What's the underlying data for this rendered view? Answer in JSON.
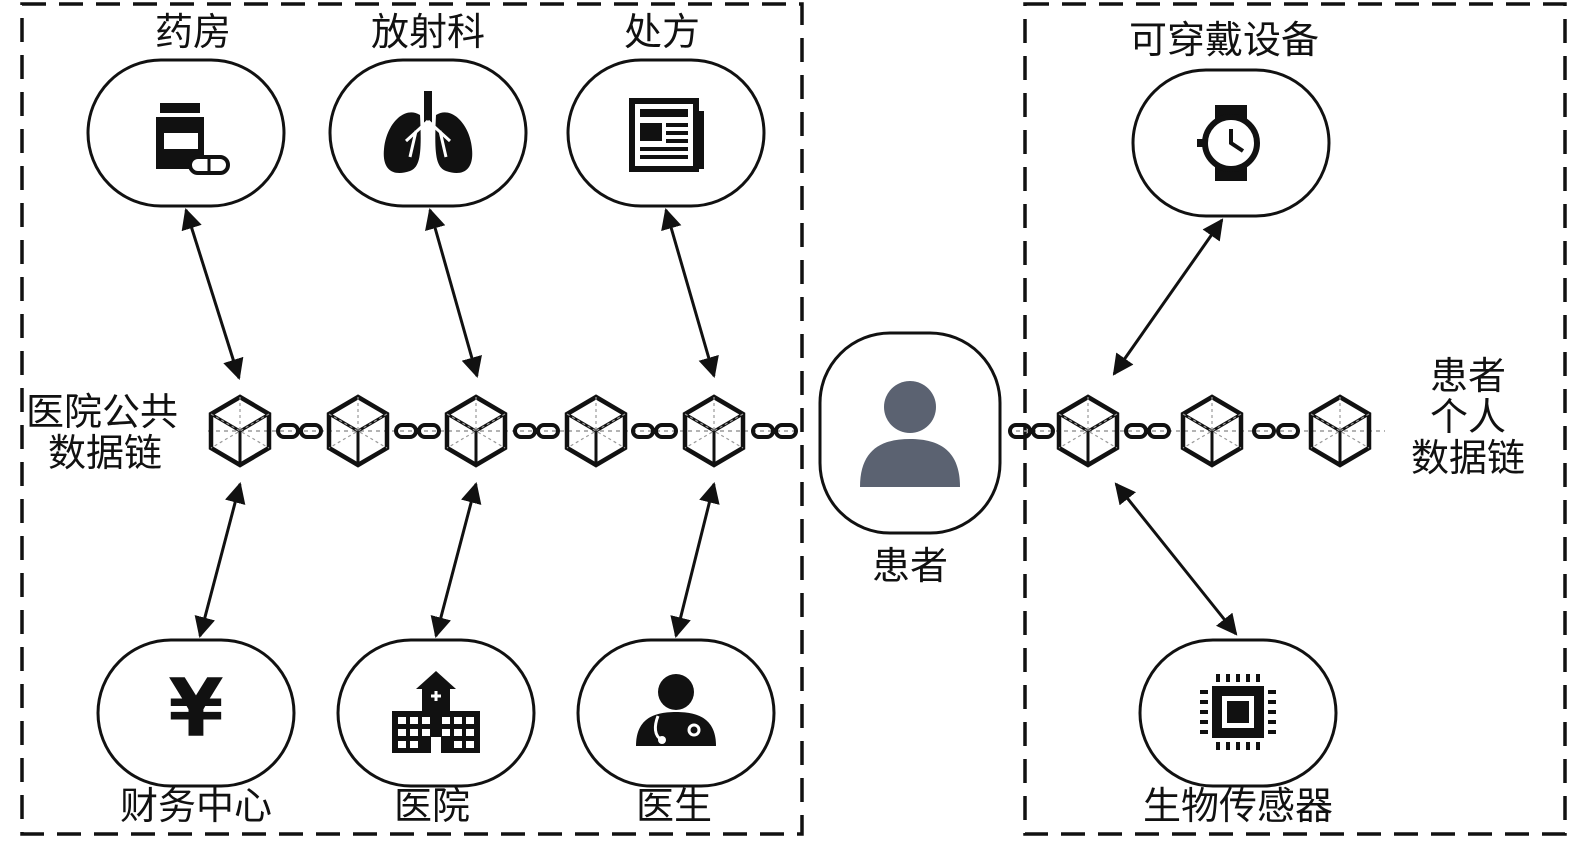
{
  "hospital_chain": {
    "label_line1": "医院公共",
    "label_line2": "数据链",
    "top_nodes": [
      {
        "label": "药房",
        "icon": "medicine-bottle-icon"
      },
      {
        "label": "放射科",
        "icon": "lungs-icon"
      },
      {
        "label": "处方",
        "icon": "newspaper-icon"
      }
    ],
    "bottom_nodes": [
      {
        "label": "财务中心",
        "icon": "yen-icon"
      },
      {
        "label": "医院",
        "icon": "hospital-building-icon"
      },
      {
        "label": "医生",
        "icon": "doctor-icon"
      }
    ]
  },
  "patient": {
    "label": "患者",
    "icon": "person-icon"
  },
  "personal_chain": {
    "label_line1": "患者",
    "label_line2": "个人",
    "label_line3": "数据链",
    "top_node": {
      "label": "可穿戴设备",
      "icon": "watch-icon"
    },
    "bottom_node": {
      "label": "生物传感器",
      "icon": "chip-icon"
    }
  },
  "colors": {
    "line": "#111111",
    "patient_icon": "#5b6271",
    "block_hatch": "#9a9a9a"
  }
}
